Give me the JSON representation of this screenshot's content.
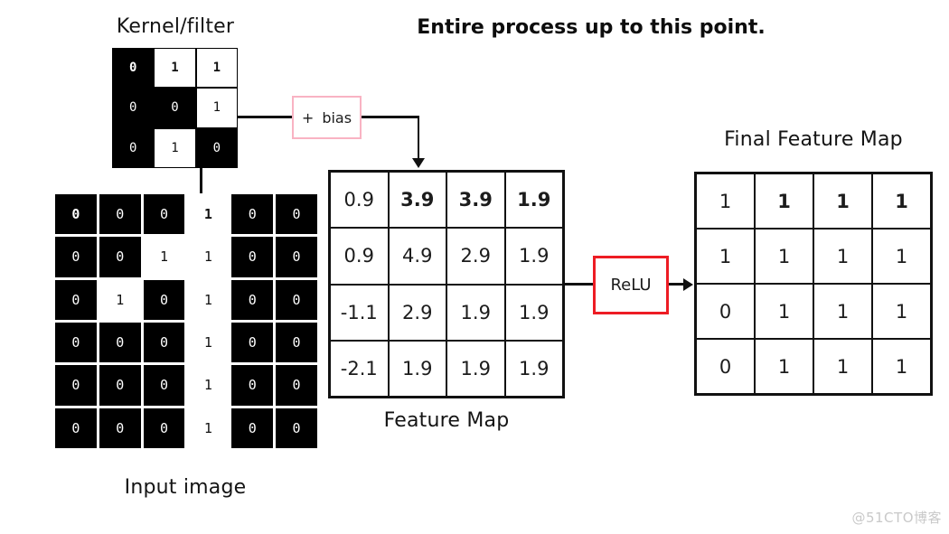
{
  "header": {
    "title": "Entire process up to this point."
  },
  "colors": {
    "bias_border": "#f9b3c3",
    "relu_border": "#ed1c24",
    "cell_black": "#000000",
    "line_black": "#111111",
    "watermark_gray": "#c9c9c9"
  },
  "kernel": {
    "label": "Kernel/filter",
    "cells": [
      [
        {
          "v": "0",
          "bg": "k",
          "b": true
        },
        {
          "v": "1",
          "bg": "w",
          "b": true
        },
        {
          "v": "1",
          "bg": "w",
          "b": true
        }
      ],
      [
        {
          "v": "0",
          "bg": "k",
          "b": false
        },
        {
          "v": "0",
          "bg": "k",
          "b": false
        },
        {
          "v": "1",
          "bg": "w",
          "b": false
        }
      ],
      [
        {
          "v": "0",
          "bg": "k",
          "b": false
        },
        {
          "v": "1",
          "bg": "w",
          "b": false
        },
        {
          "v": "0",
          "bg": "k",
          "b": false
        }
      ]
    ]
  },
  "input_image": {
    "label": "Input image",
    "cells": [
      [
        {
          "v": "0",
          "bg": "k",
          "b": true
        },
        {
          "v": "0",
          "bg": "k",
          "b": false
        },
        {
          "v": "0",
          "bg": "k",
          "b": false
        },
        {
          "v": "1",
          "bg": "w",
          "b": true
        },
        {
          "v": "0",
          "bg": "k",
          "b": false
        },
        {
          "v": "0",
          "bg": "k",
          "b": false
        }
      ],
      [
        {
          "v": "0",
          "bg": "k",
          "b": false
        },
        {
          "v": "0",
          "bg": "k",
          "b": false
        },
        {
          "v": "1",
          "bg": "w",
          "b": false
        },
        {
          "v": "1",
          "bg": "w",
          "b": false
        },
        {
          "v": "0",
          "bg": "k",
          "b": false
        },
        {
          "v": "0",
          "bg": "k",
          "b": false
        }
      ],
      [
        {
          "v": "0",
          "bg": "k",
          "b": false
        },
        {
          "v": "1",
          "bg": "w",
          "b": false
        },
        {
          "v": "0",
          "bg": "k",
          "b": false
        },
        {
          "v": "1",
          "bg": "w",
          "b": false
        },
        {
          "v": "0",
          "bg": "k",
          "b": false
        },
        {
          "v": "0",
          "bg": "k",
          "b": false
        }
      ],
      [
        {
          "v": "0",
          "bg": "k",
          "b": false
        },
        {
          "v": "0",
          "bg": "k",
          "b": false
        },
        {
          "v": "0",
          "bg": "k",
          "b": false
        },
        {
          "v": "1",
          "bg": "w",
          "b": false
        },
        {
          "v": "0",
          "bg": "k",
          "b": false
        },
        {
          "v": "0",
          "bg": "k",
          "b": false
        }
      ],
      [
        {
          "v": "0",
          "bg": "k",
          "b": false
        },
        {
          "v": "0",
          "bg": "k",
          "b": false
        },
        {
          "v": "0",
          "bg": "k",
          "b": false
        },
        {
          "v": "1",
          "bg": "w",
          "b": false
        },
        {
          "v": "0",
          "bg": "k",
          "b": false
        },
        {
          "v": "0",
          "bg": "k",
          "b": false
        }
      ],
      [
        {
          "v": "0",
          "bg": "k",
          "b": false
        },
        {
          "v": "0",
          "bg": "k",
          "b": false
        },
        {
          "v": "0",
          "bg": "k",
          "b": false
        },
        {
          "v": "1",
          "bg": "w",
          "b": false
        },
        {
          "v": "0",
          "bg": "k",
          "b": false
        },
        {
          "v": "0",
          "bg": "k",
          "b": false
        }
      ]
    ]
  },
  "bias_box": {
    "plus": "+",
    "word": "bias"
  },
  "feature_map": {
    "label": "Feature Map",
    "cells": [
      [
        {
          "v": "0.9",
          "b": false
        },
        {
          "v": "3.9",
          "b": true
        },
        {
          "v": "3.9",
          "b": true
        },
        {
          "v": "1.9",
          "b": true
        }
      ],
      [
        {
          "v": "0.9",
          "b": false
        },
        {
          "v": "4.9",
          "b": false
        },
        {
          "v": "2.9",
          "b": false
        },
        {
          "v": "1.9",
          "b": false
        }
      ],
      [
        {
          "v": "-1.1",
          "b": false
        },
        {
          "v": "2.9",
          "b": false
        },
        {
          "v": "1.9",
          "b": false
        },
        {
          "v": "1.9",
          "b": false
        }
      ],
      [
        {
          "v": "-2.1",
          "b": false
        },
        {
          "v": "1.9",
          "b": false
        },
        {
          "v": "1.9",
          "b": false
        },
        {
          "v": "1.9",
          "b": false
        }
      ]
    ]
  },
  "relu_box": {
    "label": "ReLU"
  },
  "final_feature_map": {
    "title": "Final Feature Map",
    "cells": [
      [
        {
          "v": "1",
          "b": false
        },
        {
          "v": "1",
          "b": true
        },
        {
          "v": "1",
          "b": true
        },
        {
          "v": "1",
          "b": true
        }
      ],
      [
        {
          "v": "1",
          "b": false
        },
        {
          "v": "1",
          "b": false
        },
        {
          "v": "1",
          "b": false
        },
        {
          "v": "1",
          "b": false
        }
      ],
      [
        {
          "v": "0",
          "b": false
        },
        {
          "v": "1",
          "b": false
        },
        {
          "v": "1",
          "b": false
        },
        {
          "v": "1",
          "b": false
        }
      ],
      [
        {
          "v": "0",
          "b": false
        },
        {
          "v": "1",
          "b": false
        },
        {
          "v": "1",
          "b": false
        },
        {
          "v": "1",
          "b": false
        }
      ]
    ]
  },
  "watermark": {
    "text": "@51CTO博客"
  }
}
